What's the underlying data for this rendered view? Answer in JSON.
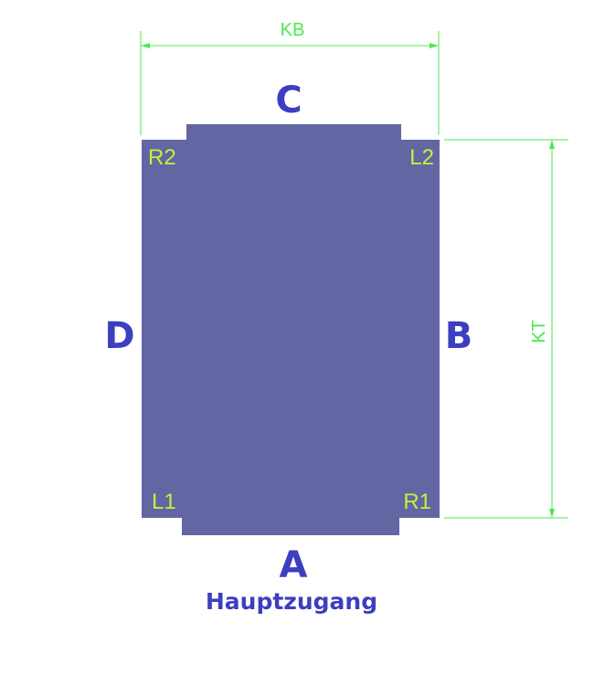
{
  "dimensions": {
    "width_label": "KB",
    "depth_label": "KT"
  },
  "sides": {
    "top": "C",
    "right": "B",
    "bottom": "A",
    "left": "D"
  },
  "corners": {
    "top_left": "R2",
    "top_right": "L2",
    "bottom_left": "L1",
    "bottom_right": "R1"
  },
  "entrance_label": "Hauptzugang",
  "colors": {
    "body_fill": "#6465a3",
    "side_letter": "#3c3fbf",
    "corner_label": "#c7f03a",
    "dimension_line": "#4ee84e"
  }
}
